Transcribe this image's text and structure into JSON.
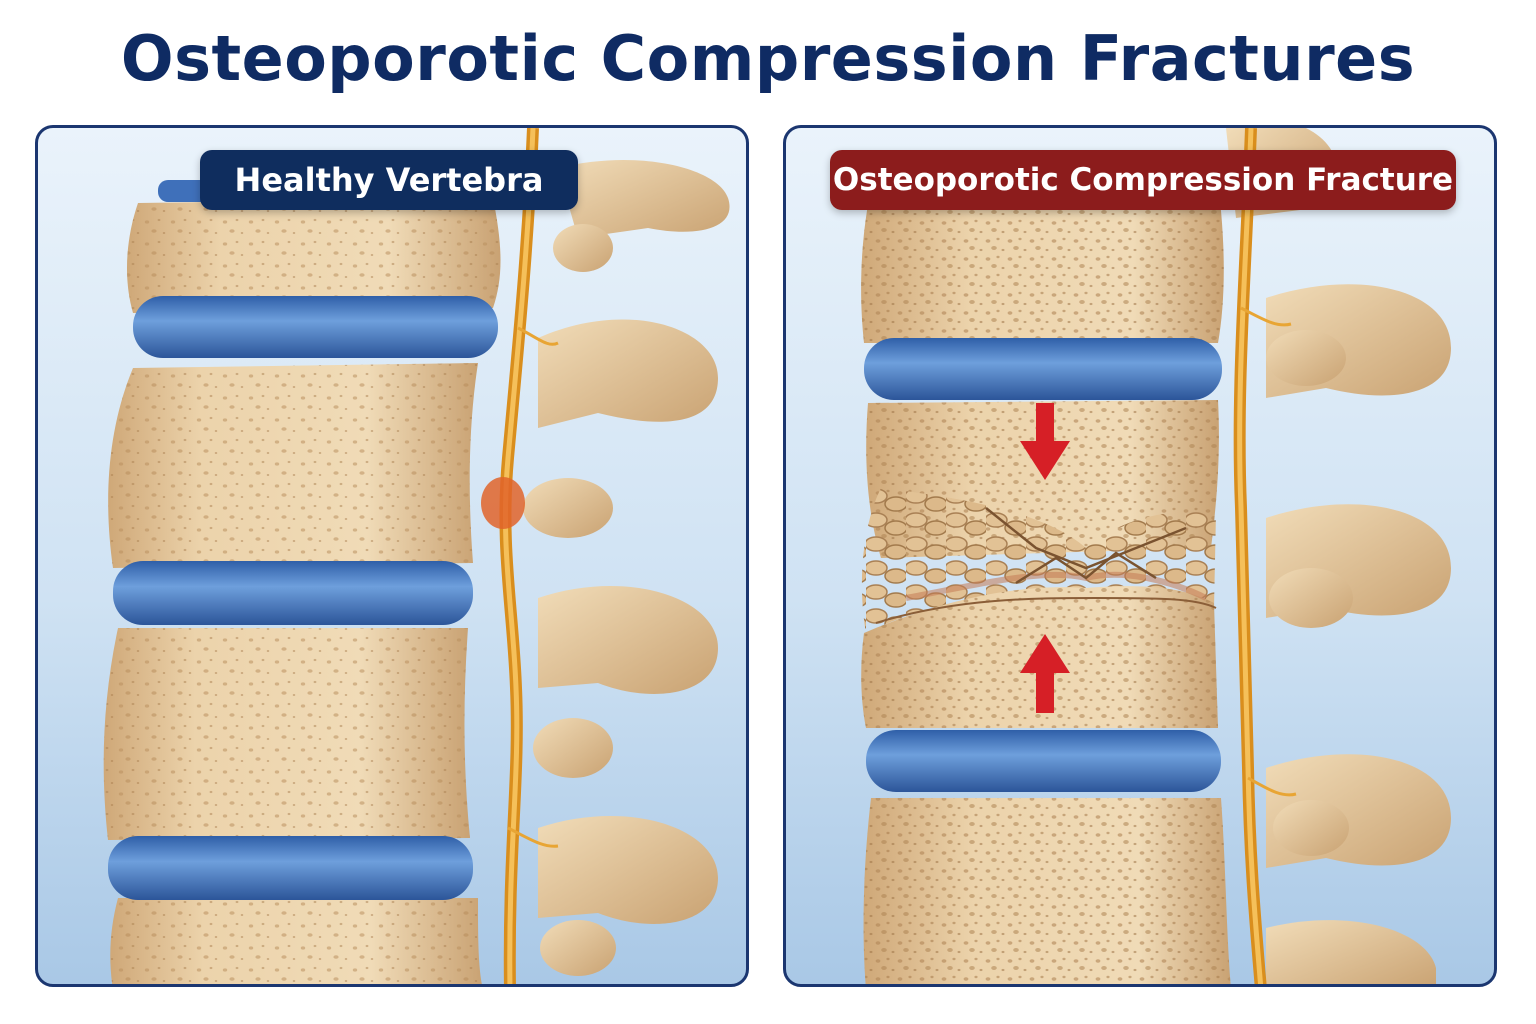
{
  "title": "Osteoporotic Compression Fractures",
  "panels": {
    "left": {
      "label": "Healthy Vertebra"
    },
    "right": {
      "label": "Osteoporotic Compression Fracture"
    }
  },
  "colors": {
    "title": "#0f2b63",
    "healthy_badge": "#0f2d5e",
    "fracture_badge": "#8c1c1c",
    "bone": "#e9cfa5",
    "disc": "#5b8fd0",
    "nerve": "#e8a534",
    "arrow": "#d61f26"
  },
  "icons": [
    "compression-arrow-down-icon",
    "compression-arrow-up-icon"
  ]
}
